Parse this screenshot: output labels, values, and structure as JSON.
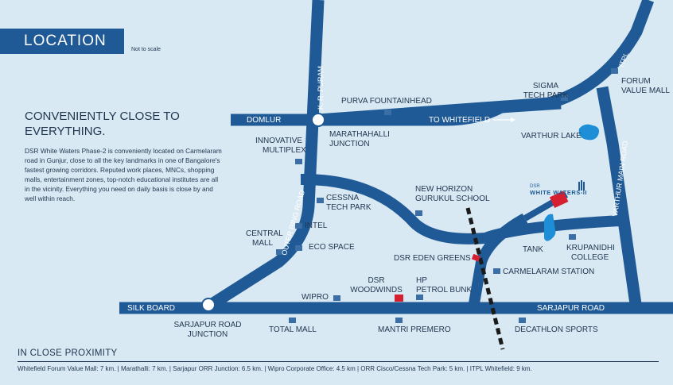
{
  "header": {
    "title": "LOCATION",
    "note": "Not to scale"
  },
  "intro": {
    "heading": "CONVENIENTLY CLOSE TO EVERYTHING.",
    "body": "DSR White Waters Phase-2 is conveniently located on Carmelaram road in Gunjur, close to all the key landmarks in one of Bangalore's fastest growing corridors. Reputed work places, MNCs, shopping malls, entertainment zones, top-notch educational institutes are all in the vicinity. Everything you need on daily basis is close by and well within reach."
  },
  "roads": {
    "domlur": "DOMLUR",
    "to_whitefield": "TO WHITEFIELD",
    "kr_puram": "K. R. PURAM",
    "outer_ring_road": "OUTER RING ROAD",
    "itpl": "ITPL",
    "varthur_main_road": "VARTHUR MAIN ROAD",
    "silk_board": "SILK BOARD",
    "sarjapur_road": "SARJAPUR ROAD"
  },
  "landmarks": {
    "purva": "PURVA FOUNTAINHEAD",
    "sigma_1": "SIGMA",
    "sigma_2": "TECH PARK",
    "forum_1": "FORUM",
    "forum_2": "VALUE MALL",
    "marathahalli_1": "MARATHAHALLI",
    "marathahalli_2": "JUNCTION",
    "innovative_1": "INNOVATIVE",
    "innovative_2": "MULTIPLEX",
    "varthur_lake": "VARTHUR LAKE",
    "cessna_1": "CESSNA",
    "cessna_2": "TECH PARK",
    "new_horizon_1": "NEW HORIZON",
    "new_horizon_2": "GURUKUL SCHOOL",
    "intel": "INTEL",
    "central_1": "CENTRAL",
    "central_2": "MALL",
    "eco_space": "ECO SPACE",
    "dsr_eden": "DSR EDEN GREENS",
    "tank": "TANK",
    "krupanidhi_1": "KRUPANIDHI",
    "krupanidhi_2": "COLLEGE",
    "carmelaram": "CARMELARAM STATION",
    "dsr_woodwinds_1": "DSR",
    "dsr_woodwinds_2": "WOODWINDS",
    "hp_1": "HP",
    "hp_2": "PETROL BUNK",
    "wipro": "WIPRO",
    "sarjapur_junction_1": "SARJAPUR ROAD",
    "sarjapur_junction_2": "JUNCTION",
    "total_mall": "TOTAL MALL",
    "mantri": "MANTRI PREMERO",
    "decathlon": "DECATHLON SPORTS",
    "project_brand": "DSR",
    "project_name": "WHITE WATERS-II"
  },
  "proximity": {
    "heading": "IN CLOSE PROXIMITY",
    "items": "Whitefield Forum Value Mall: 7 km. | Marathalli: 7 km. | Sarjapur ORR Junction: 6.5 km. | Wipro Corporate Office: 4.5 km | ORR Cisco/Cessna Tech Park: 5 km. | ITPL Whitefield: 9 km."
  },
  "colors": {
    "background": "#d9e9f3",
    "road": "#1f5a96",
    "marker": "#3a6ea5",
    "project_marker": "#d42030",
    "water": "#1e8fd6",
    "text": "#1f3550"
  }
}
